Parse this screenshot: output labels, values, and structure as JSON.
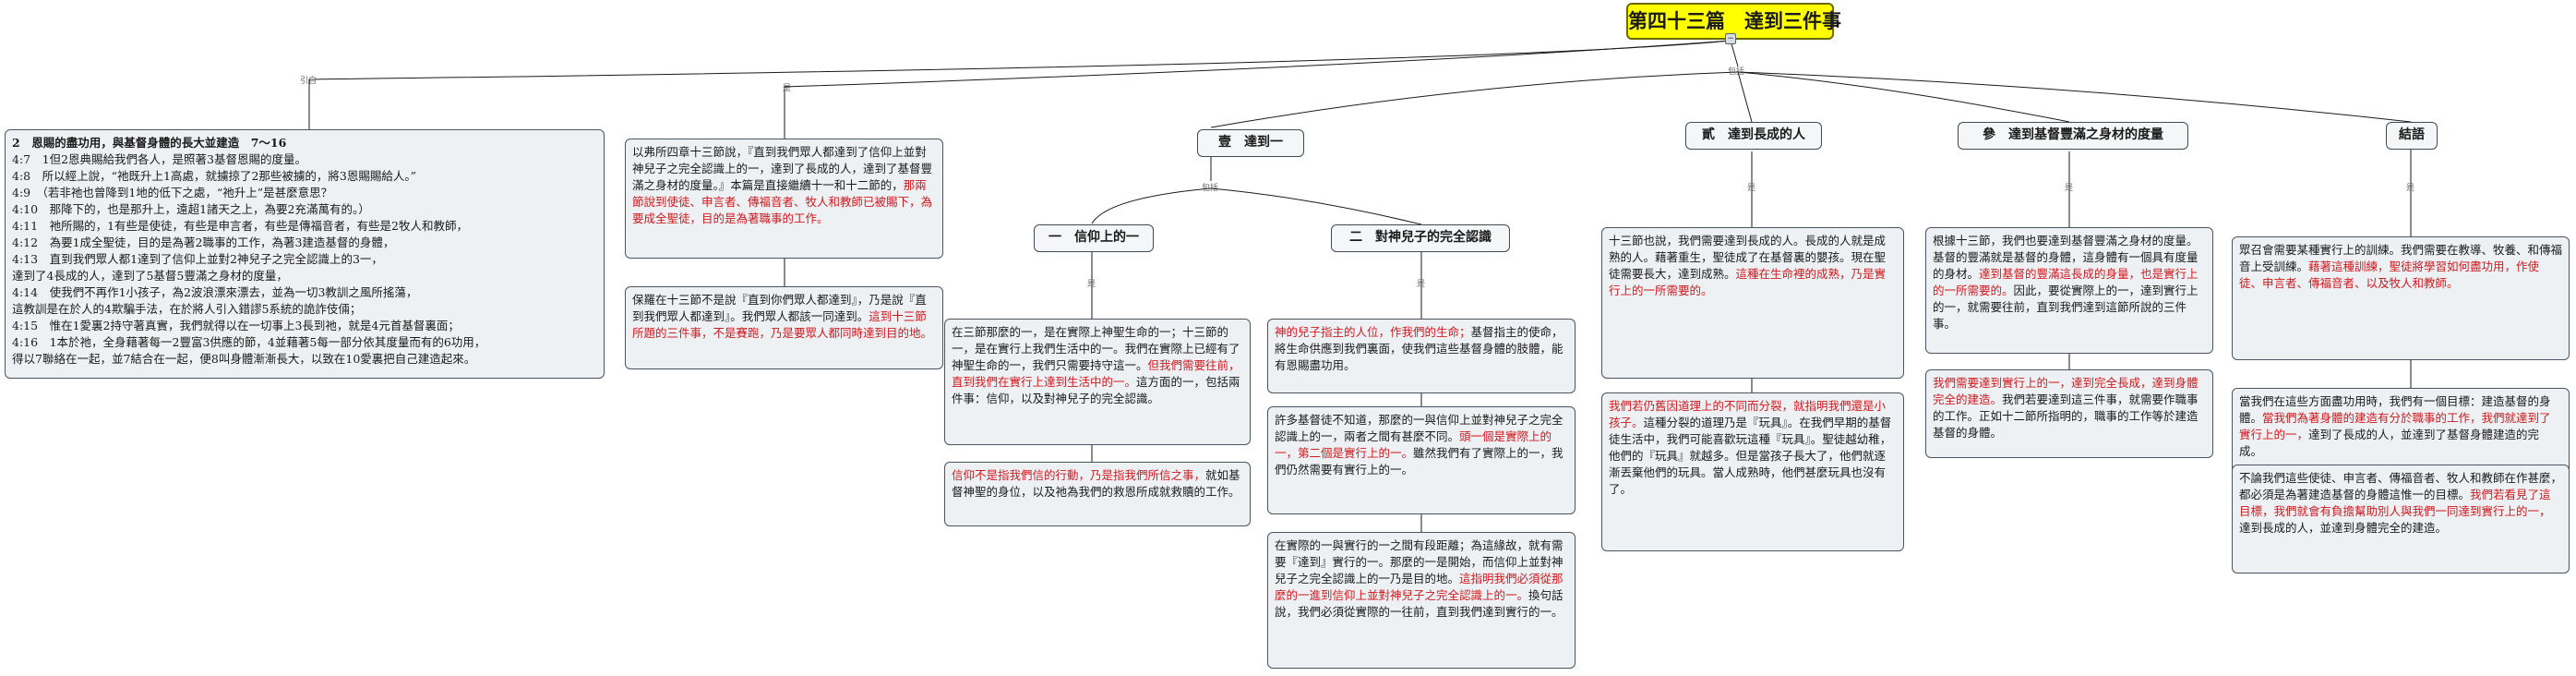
{
  "root": {
    "title": "第四十三篇　達到三件事"
  },
  "relations": {
    "yin": "引自",
    "yi": "是",
    "baokuo": "包括"
  },
  "scripture": {
    "heading": "2　恩賜的盡功用，與基督身體的長大並建造　7～16",
    "lines": [
      "4:7　1但2恩典賜給我們各人，是照著3基督恩賜的度量。",
      "4:8　所以經上說，“祂既升上1高處，就擄掠了2那些被擄的，將3恩賜賜給人。”",
      "4:9　（若非祂也曾降到1地的低下之處，“祂升上”是甚麼意思？",
      "4:10　那降下的，也是那升上，遠超1諸天之上，為要2充滿萬有的。）",
      "4:11　祂所賜的，1有些是使徒，有些是申言者，有些是傳福音者，有些是2牧人和教師，",
      "4:12　為要1成全聖徒，目的是為著2職事的工作，為著3建造基督的身體，",
      "4:13　直到我們眾人都1達到了信仰上並對2神兒子之完全認識上的3一，",
      "達到了4長成的人，達到了5基督5豐滿之身材的度量，",
      "4:14　使我們不再作1小孩子，為2波浪漂來漂去，並為一切3教訓之風所搖蕩，",
      "這教訓是在於人的4欺騙手法，在於將人引入錯謬5系統的詭詐伎倆；",
      "4:15　惟在1愛裏2持守著真實，我們就得以在一切事上3長到祂，就是4元首基督裏面；",
      "4:16　1本於祂，全身藉著每一2豐富3供應的節，4並藉著5每一部分依其度量而有的6功用，",
      "得以7聯絡在一起，並7結合在一起，便8叫身體漸漸長大，以致在10愛裏把自己建造起來。"
    ]
  },
  "intro_a": {
    "normal": "以弗所四章十三節說，『直到我們眾人都達到了信仰上並對神兒子之完全認識上的一，達到了長成的人，達到了基督豐滿之身材的度量。』本篇是直接繼續十一和十二節的，",
    "red": "那兩節說到使徒、申言者、傳福音者、牧人和教師已被賜下，為要成全聖徒，目的是為著職事的工作。"
  },
  "intro_b": {
    "normal": "保羅在十三節不是說『直到你們眾人都達到』，乃是說『直到我們眾人都達到』。我們眾人都該一同達到。",
    "red": "這到十三節所題的三件事，不是賽跑，乃是要眾人都同時達到目的地。"
  },
  "topics": {
    "yi": "壹　達到一",
    "er": "貳　達到長成的人",
    "san": "參　達到基督豐滿之身材的度量",
    "jie": "結語",
    "faith": "一　信仰上的一",
    "knowledge": "二　對神兒子的完全認識"
  },
  "faith_a": {
    "normal": "在三節那麼的一，是在實際上神聖生命的一；十三節的一，是在實行上我們生活中的一。我們在實際上已經有了神聖生命的一，我們只需要持守這一。",
    "red": "但我們需要往前，直到我們在實行上達到生活中的一。",
    "tail": "這方面的一，包括兩件事：信仰，以及對神兒子的完全認識。"
  },
  "faith_b": {
    "red": "信仰不是指我們信的行動，乃是指我們所信之事，",
    "normal": "就如基督神聖的身位，以及祂為我們的救恩所成就救贖的工作。"
  },
  "know_a": {
    "red": "神的兒子指主的人位，作我們的生命；",
    "normal": "基督指主的使命，將生命供應到我們裏面，使我們這些基督身體的肢體，能有恩賜盡功用。"
  },
  "know_b": {
    "normal": "許多基督徒不知道，那麼的一與信仰上並對神兒子之完全認識上的一，兩者之間有甚麼不同。",
    "red": "頭一個是實際上的一，第二個是實行上的一。",
    "tail": "雖然我們有了實際上的一，我們仍然需要有實行上的一。"
  },
  "know_c": {
    "normal": "在實際的一與實行的一之間有段距離；為這緣故，就有需要『達到』實行的一。那麼的一是開始，而信仰上並對神兒子之完全認識上的一乃是目的地。",
    "red": "這指明我們必須從那麼的一進到信仰上並對神兒子之完全認識上的一。",
    "tail": "換句話說，我們必須從實際的一往前，直到我們達到實行的一。"
  },
  "grow_a": {
    "normal": "十三節也說，我們需要達到長成的人。長成的人就是成熟的人。藉著重生，聖徒成了在基督裏的嬰孩。現在聖徒需要長大，達到成熟。",
    "red": "這種在生命裡的成熟，乃是實行上的一所需要的。"
  },
  "grow_b": {
    "red": "我們若仍舊因道理上的不同而分裂，就指明我們還是小孩子。",
    "normal": "這種分裂的道理乃是『玩具』。在我們早期的基督徒生活中，我們可能喜歡玩這種『玩具』。聖徒越幼稚，他們的『玩具』就越多。但是當孩子長大了，他們就逐漸丟棄他們的玩具。當人成熟時，他們甚麼玩具也沒有了。"
  },
  "measure_a": {
    "normal": "根據十三節，我們也要達到基督豐滿之身材的度量。基督的豐滿就是基督的身體，這身體有一個具有度量的身材。",
    "red": "達到基督的豐滿這長成的身量，也是實行上的一所需要的。",
    "tail": "因此，要從實際上的一，達到實行上的一，就需要往前，直到我們達到這節所說的三件事。"
  },
  "measure_b": {
    "red": "我們需要達到實行上的一，達到完全長成，達到身體完全的建造。",
    "normal": "我們若要達到這三件事，就需要作職事的工作。正如十二節所指明的，職事的工作等於建造基督的身體。"
  },
  "end_a": {
    "normal": "眾召會需要某種實行上的訓練。我們需要在教導、牧養、和傳福音上受訓練。",
    "red": "藉著這種訓練，聖徒將學習如何盡功用，作使徒、申言者、傳福音者、以及牧人和教師。"
  },
  "end_b": {
    "normal": "當我們在這些方面盡功用時，我們有一個目標：建造基督的身體。",
    "red": "當我們為著身體的建造有分於職事的工作，我們就達到了實行上的一，",
    "tail": "達到了長成的人，並達到了基督身體建造的完成。"
  },
  "end_c": {
    "normal": "不論我們這些使徒、申言者、傳福音者、牧人和教師在作甚麼，都必須是為著建造基督的身體這惟一的目標。",
    "red": "我們若看見了這目標，我們就會有負擔幫助別人與我們一同達到實行上的一，",
    "tail": "達到長成的人，並達到身體完全的建造。"
  }
}
